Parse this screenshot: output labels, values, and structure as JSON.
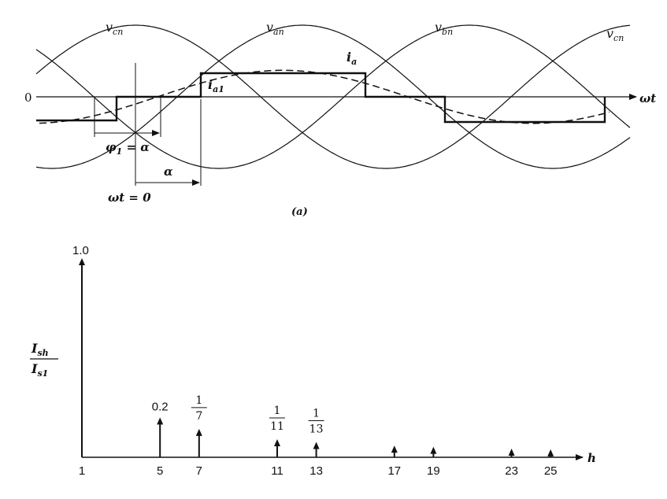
{
  "top": {
    "axis_zero_label": "0",
    "axis_label": "ωt",
    "waves": {
      "vcn_left": {
        "base": "v",
        "sub": "cn"
      },
      "van": {
        "base": "v",
        "sub": "an"
      },
      "vbn": {
        "base": "v",
        "sub": "bn"
      },
      "vcn_right": {
        "base": "v",
        "sub": "cn"
      }
    },
    "current_label": {
      "base": "i",
      "sub": "a"
    },
    "fundamental_label": {
      "base": "i",
      "sub": "a1"
    },
    "phi_label": {
      "base": "φ",
      "sub": "1",
      "rest": " = α"
    },
    "alpha_label": "α",
    "wt0_label": "ωt = 0",
    "caption": "(a)"
  },
  "bottom": {
    "y_top_label": "1.0",
    "y_label": {
      "num_base": "I",
      "num_sub": "sh",
      "den_base": "I",
      "den_sub": "s1"
    },
    "x_axis_label": "h",
    "chart_data": {
      "type": "bar",
      "harmonics": [
        1,
        5,
        7,
        11,
        13,
        17,
        19,
        23,
        25
      ],
      "values": [
        1.0,
        0.2,
        0.142857,
        0.090909,
        0.076923,
        0.058824,
        0.052632,
        0.043478,
        0.04
      ],
      "value_labels": [
        {
          "h": 5,
          "text": "0.2"
        },
        {
          "h": 7,
          "num": "1",
          "den": "7"
        },
        {
          "h": 11,
          "num": "1",
          "den": "11"
        },
        {
          "h": 13,
          "num": "1",
          "den": "13"
        }
      ],
      "tick_labels": [
        "1",
        "5",
        "7",
        "11",
        "13",
        "17",
        "19",
        "23",
        "25"
      ],
      "xlabel": "h",
      "ylabel": "Ish/Is1",
      "ylim": [
        0,
        1.0
      ]
    }
  }
}
